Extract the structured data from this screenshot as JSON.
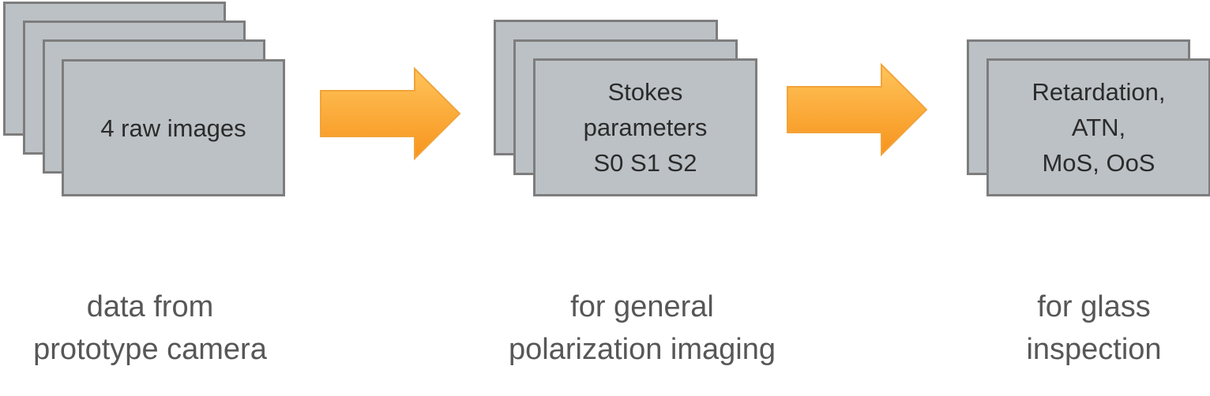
{
  "stages": [
    {
      "box_text": "4 raw images",
      "caption_line1": "data from",
      "caption_line2": "prototype camera"
    },
    {
      "box_text": "Stokes\nparameters\nS0 S1 S2",
      "caption_line1": "for general",
      "caption_line2": "polarization imaging"
    },
    {
      "box_text": "Retardation,\nATN,\nMoS, OoS",
      "caption_line1": "for glass",
      "caption_line2": "inspection"
    }
  ],
  "colors": {
    "card_fill": "#bcc1c5",
    "card_border": "#7d7d7d",
    "arrow_light": "#ffc45a",
    "arrow_dark": "#f7941d",
    "caption_text": "#575757"
  }
}
